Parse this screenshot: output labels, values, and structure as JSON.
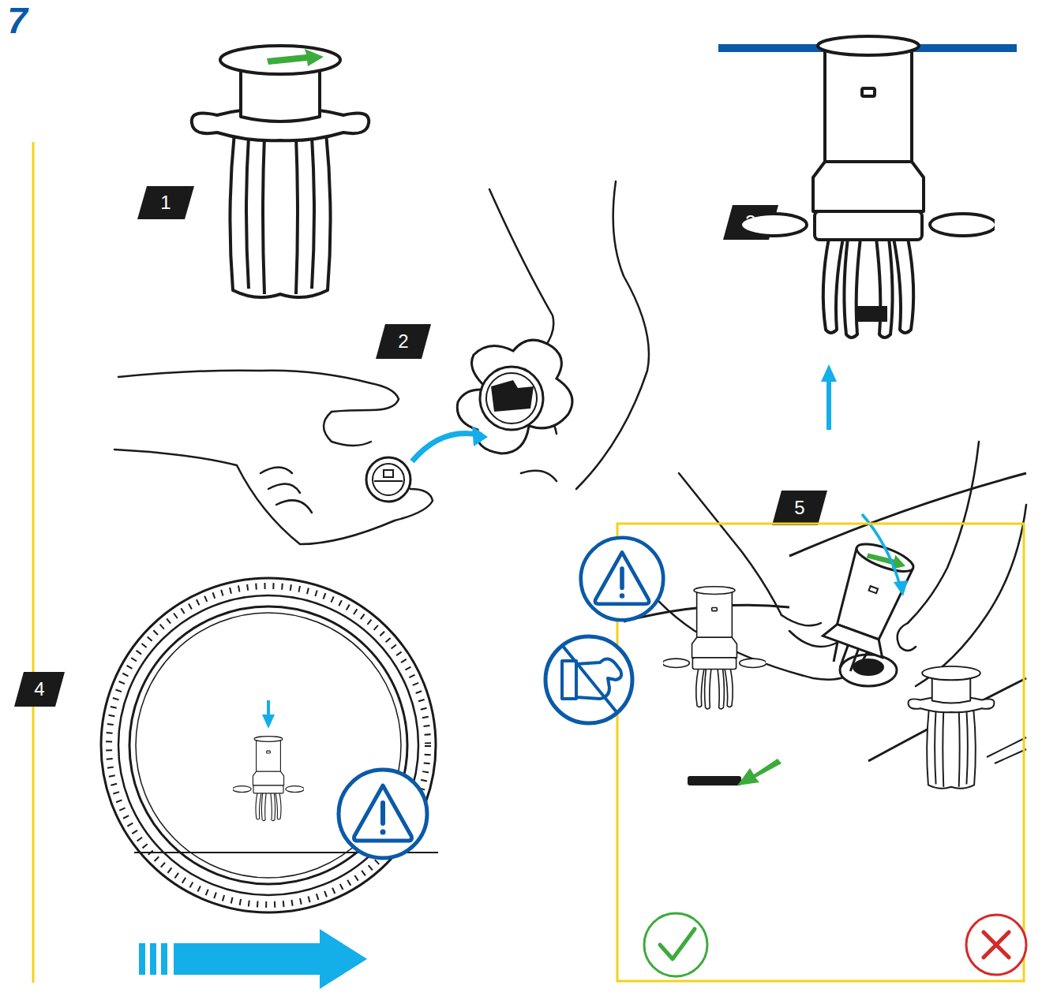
{
  "diagram": {
    "labels": [
      "7",
      "1",
      "2",
      "3",
      "4",
      "5"
    ]
  }
}
